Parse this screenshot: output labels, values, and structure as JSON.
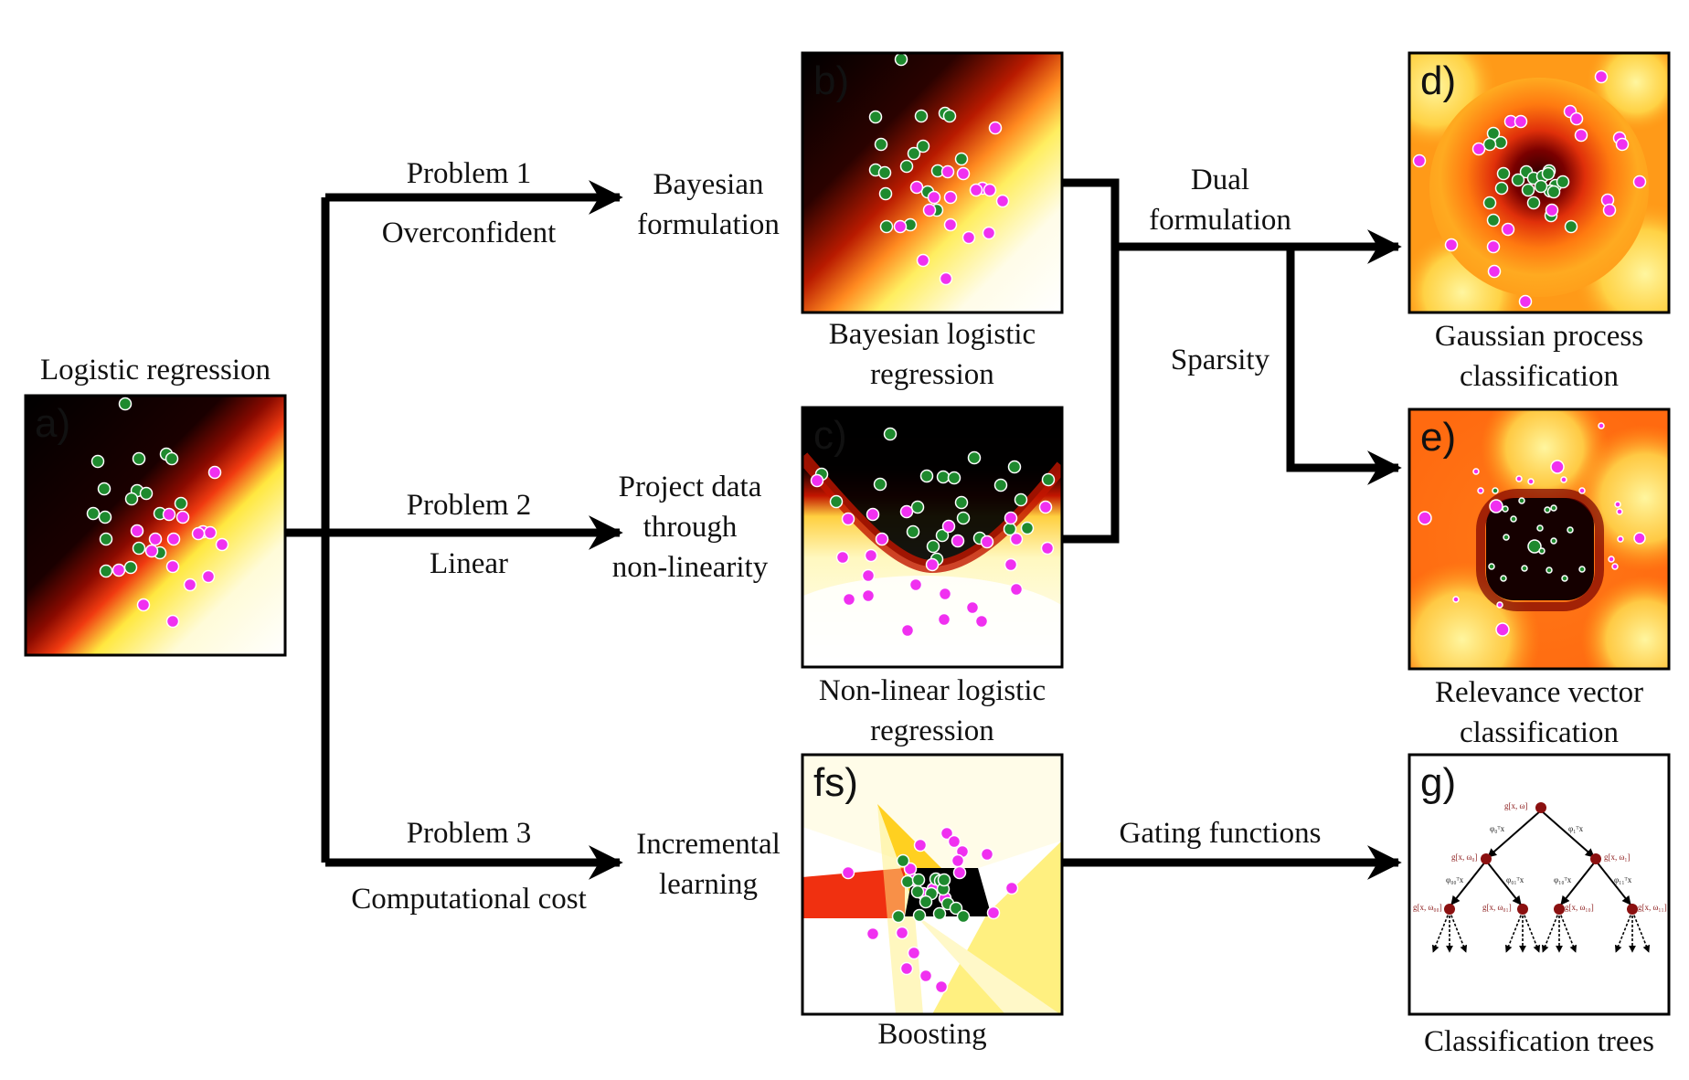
{
  "panels": {
    "a": {
      "tag": "a)",
      "caption": [
        "Logistic regression"
      ]
    },
    "b": {
      "tag": "b)",
      "caption": [
        "Bayesian logistic",
        "regression"
      ]
    },
    "c": {
      "tag": "c)",
      "caption": [
        "Non-linear logistic",
        "regression"
      ]
    },
    "d": {
      "tag": "d)",
      "caption": [
        "Gaussian process",
        "classification"
      ]
    },
    "e": {
      "tag": "e)",
      "caption": [
        "Relevance vector",
        "classification"
      ]
    },
    "f": {
      "tag": "fs)",
      "caption": [
        "Boosting"
      ]
    },
    "g": {
      "tag": "g)",
      "caption": [
        "Classification trees"
      ]
    }
  },
  "edges": {
    "p1_top": "Problem 1",
    "p1_bottom": "Overconfident",
    "p1_result": [
      "Bayesian",
      "formulation"
    ],
    "p2_top": "Problem 2",
    "p2_bottom": "Linear",
    "p2_result": [
      "Project data",
      "through",
      "non-linearity"
    ],
    "p3_top": "Problem 3",
    "p3_bottom": "Computational cost",
    "p3_result": [
      "Incremental",
      "learning"
    ],
    "dual": [
      "Dual",
      "formulation"
    ],
    "sparsity": "Sparsity",
    "gating": "Gating functions"
  },
  "tree": {
    "root": "g[x, ω]",
    "left": "g[x, ω₀]",
    "right": "g[x, ω₁]",
    "ll": "g[x, ω₀₀]",
    "lr": "g[x, ω₀₁]",
    "rl": "g[x, ω₁₀]",
    "rr": "g[x, ω₁₁]",
    "e_root_l": "φ₀ᵀx",
    "e_root_r": "φ₁ᵀx",
    "e_l_l": "φ₀₀ᵀx",
    "e_l_r": "φ₀₁ᵀx",
    "e_r_l": "φ₁₀ᵀx",
    "e_r_r": "φ₁₁ᵀx"
  },
  "colors": {
    "class_green": "#1e8a2e",
    "class_magenta": "#f030f0",
    "arrow": "#000000",
    "node": "#8b1010"
  }
}
